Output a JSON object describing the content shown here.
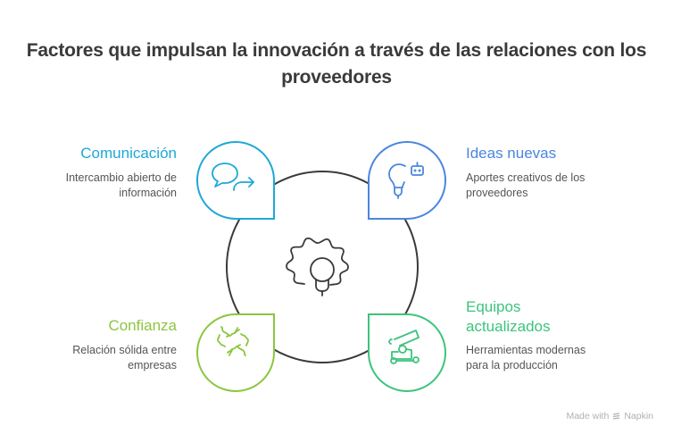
{
  "title": {
    "line1": "Factores que impulsan la innovación a través de las relaciones con los",
    "line2": "proveedores"
  },
  "colors": {
    "comunicacion": "#1EA8D6",
    "ideas": "#4A86E0",
    "confianza": "#8CC63F",
    "equipos": "#3CC47C",
    "center": "#3a3a3a"
  },
  "center": {
    "icon": "gear-lightbulb-icon"
  },
  "items": [
    {
      "id": "comunicacion",
      "label": "Comunicación",
      "description_line1": "Intercambio abierto de",
      "description_line2": "información",
      "icon": "chat-bubbles-icon"
    },
    {
      "id": "ideas",
      "label": "Ideas nuevas",
      "description_line1": "Aportes creativos de los",
      "description_line2": "proveedores",
      "icon": "lightbulb-robot-icon"
    },
    {
      "id": "confianza",
      "label": "Confianza",
      "description_line1": "Relación sólida entre",
      "description_line2": "empresas",
      "icon": "handshake-icon"
    },
    {
      "id": "equipos",
      "label_line1": "Equipos",
      "label_line2": "actualizados",
      "description_line1": "Herramientas modernas",
      "description_line2": "para la producción",
      "icon": "machinery-icon"
    }
  ],
  "footer": {
    "made_with": "Made with",
    "brand": "Napkin"
  }
}
